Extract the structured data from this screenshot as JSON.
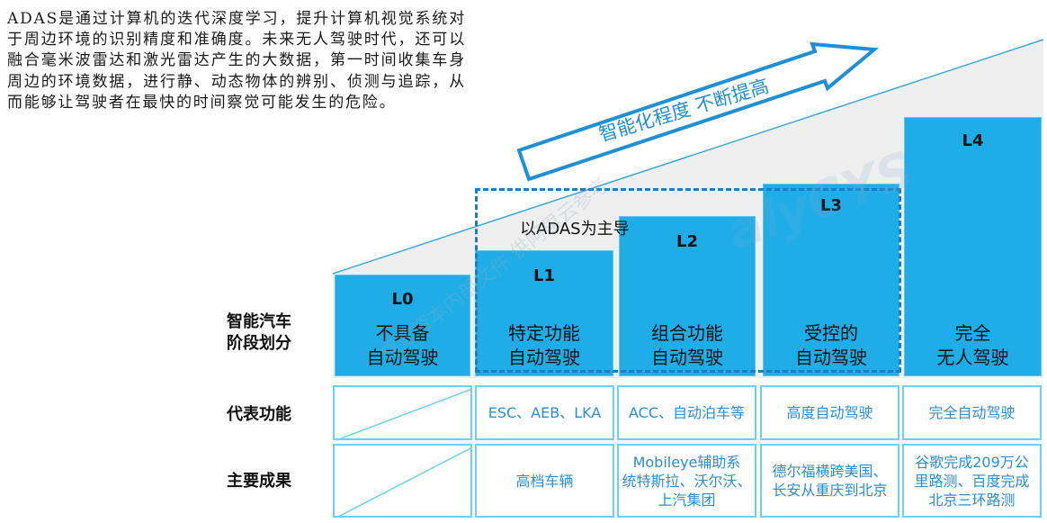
{
  "intro_text": "ADAS是通过计算机的迭代深度学习，提升计算机视觉系统对于周边环境的识别精度和准确度。未来无人驾驶时代，还可以融合毫米波雷达和激光雷达产生的大数据，第一时间收集车身周边的环境数据，进行静、动态物体的辨别、侦测与追踪，从而能够让驾驶者在最快的时间察觉可能发生的危险。",
  "arrow_label": "智能化程度 不断提高",
  "adas_group_label": "以ADAS为主导",
  "row_labels": {
    "stage": [
      "智能汽车",
      "阶段划分"
    ],
    "features": "代表功能",
    "achievements": "主要成果"
  },
  "levels": [
    {
      "code": "L0",
      "desc": [
        "不具备",
        "自动驾驶"
      ],
      "feature": "",
      "achievement": []
    },
    {
      "code": "L1",
      "desc": [
        "特定功能",
        "自动驾驶"
      ],
      "feature": "ESC、AEB、LKA",
      "achievement": [
        "高档车辆"
      ]
    },
    {
      "code": "L2",
      "desc": [
        "组合功能",
        "自动驾驶"
      ],
      "feature": "ACC、自动泊车等",
      "achievement": [
        "Mobileye辅助系",
        "统特斯拉、沃尔沃、",
        "上汽集团"
      ]
    },
    {
      "code": "L3",
      "desc": [
        "受控的",
        "自动驾驶"
      ],
      "feature": "高度自动驾驶",
      "achievement": [
        "德尔福横跨美国、",
        "长安从重庆到北京"
      ]
    },
    {
      "code": "L4",
      "desc": [
        "完全",
        "无人驾驶"
      ],
      "feature": "完全自动驾驶",
      "achievement": [
        "谷歌完成209万公",
        "里路测、百度完成",
        "北京三环路测"
      ]
    }
  ],
  "watermark": {
    "text": "耀途资本内部文件 供阿里云参考",
    "logo": "alyCYS"
  },
  "colors": {
    "level_fill": "#1fade8",
    "dashed_border": "#1f7cc4",
    "cell_border": "#6fd0f2",
    "cell_text": "#2a8fd0",
    "arrow_stroke": "#1f8fd6",
    "bg_wedge": "#efefef"
  }
}
